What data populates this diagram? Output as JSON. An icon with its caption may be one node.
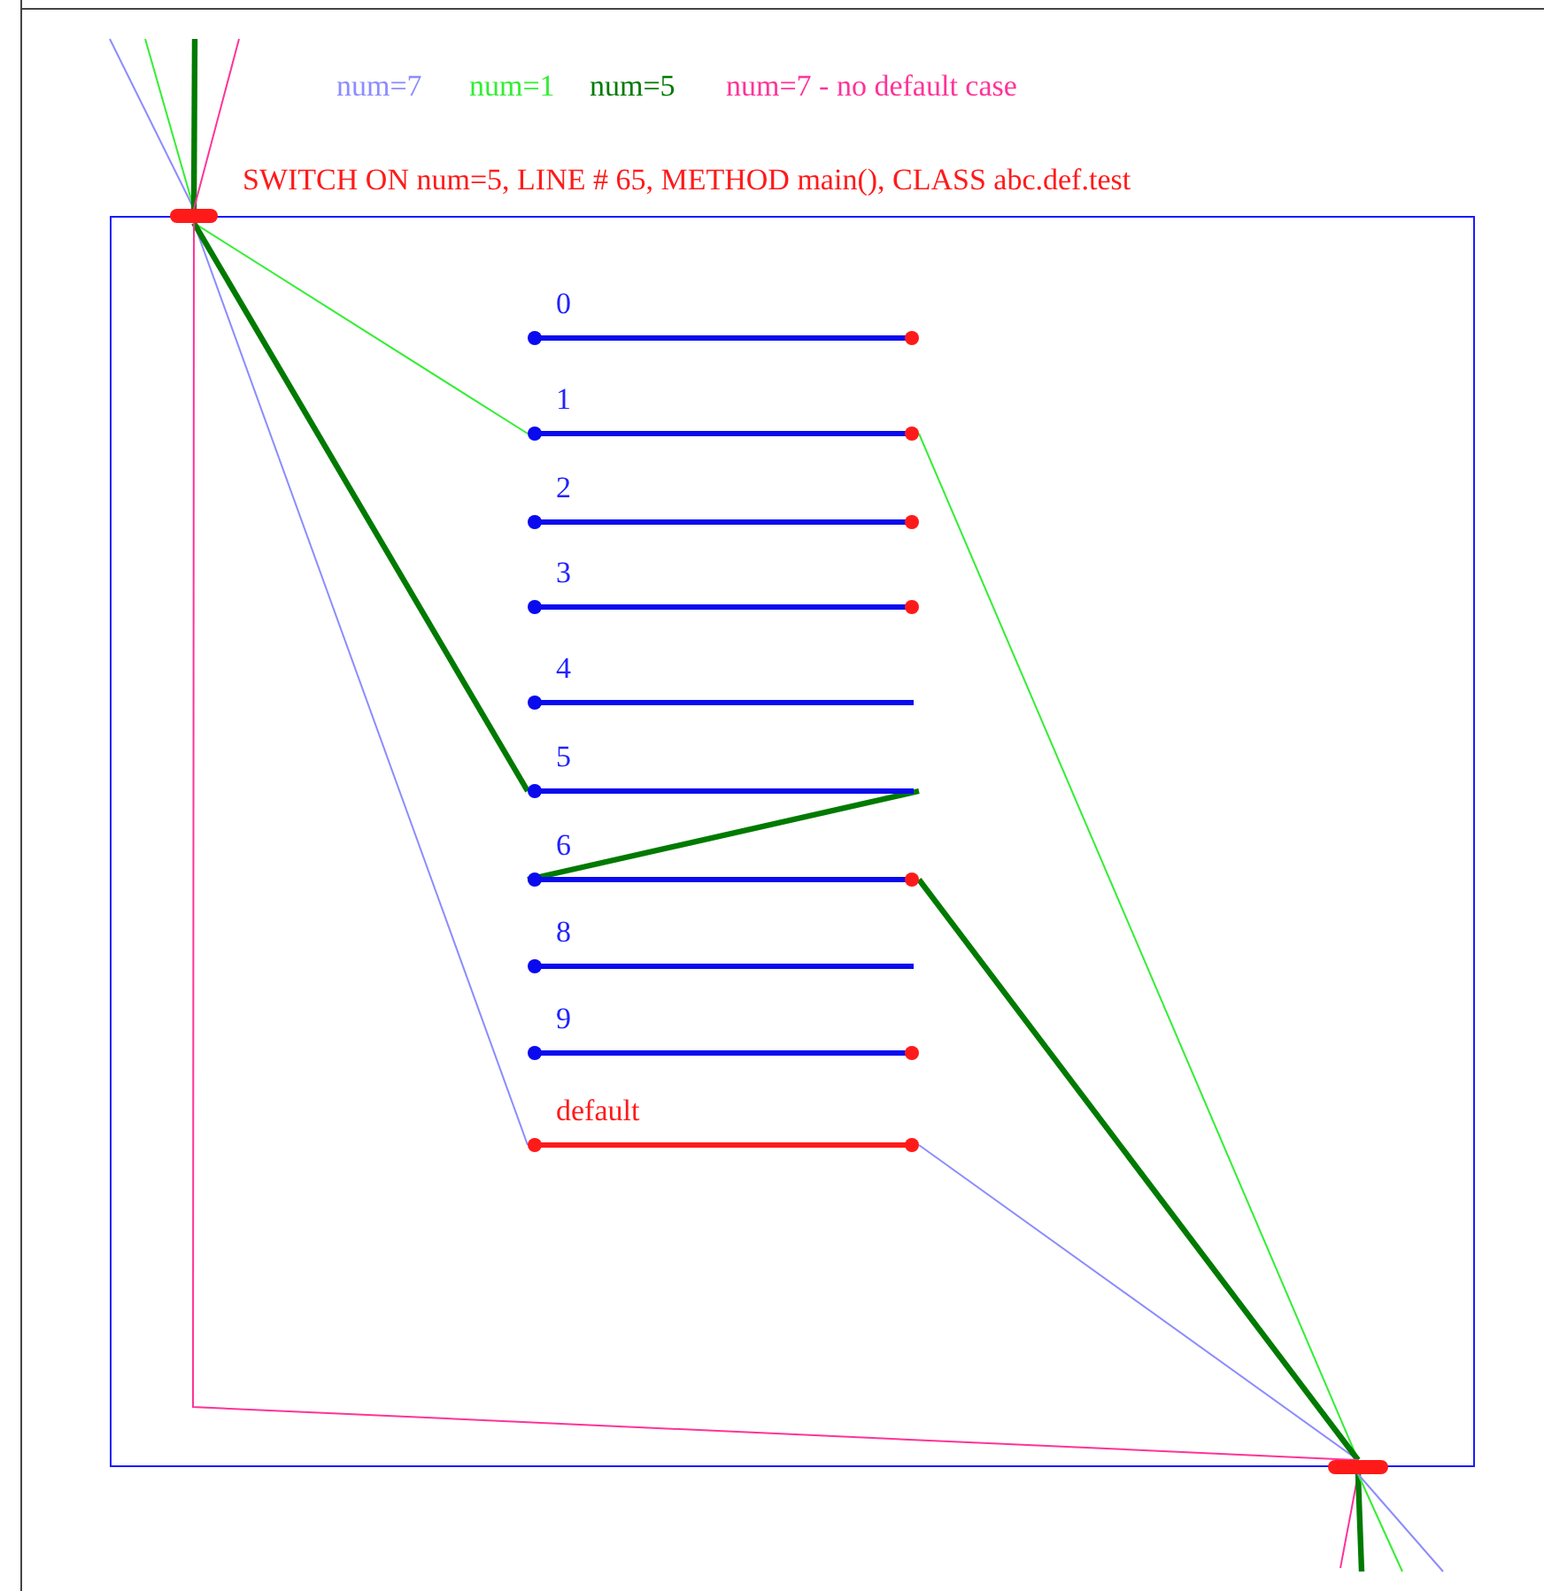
{
  "diagram": {
    "title": "SWITCH ON num=5, LINE # 65, METHOD main(), CLASS abc.def.test",
    "nodes": [
      {
        "text": [],
        "shape": "box"
      },
      {
        "text": [],
        "shape": "bar"
      },
      {
        "text": [
          "0"
        ],
        "in": 0
      },
      {
        "text": [
          "1"
        ],
        "in": 0
      },
      {
        "text": [
          "2"
        ],
        "in": 0
      },
      {
        "text": [
          "3"
        ],
        "in": 0
      },
      {
        "text": [
          "4"
        ],
        "in": 0
      },
      {
        "text": [
          "5"
        ],
        "in": 0
      },
      {
        "text": [
          "6"
        ],
        "in": 0
      },
      {
        "text": [
          "8"
        ],
        "in": 0
      },
      {
        "text": [
          "9"
        ],
        "in": 0
      },
      {
        "text": [
          "default"
        ],
        "in": 0
      },
      {
        "text": [],
        "shape": "bar"
      }
    ],
    "edges": [
      {
        "from": null,
        "to": 1,
        "arrow": "none",
        "color": "#8c8cff"
      },
      {
        "from": null,
        "to": 1,
        "arrow": "none",
        "color": "#33ee33"
      },
      {
        "from": null,
        "to": 1,
        "arrow": "none",
        "color": "#007a00",
        "style": "thick"
      },
      {
        "from": null,
        "to": 1,
        "arrow": "none",
        "color": "#ff3399"
      },
      {
        "from": 1,
        "to": 11,
        "arrow": "none",
        "color": "#8c8cff"
      },
      {
        "from": 11,
        "to": 12,
        "arrow": "none",
        "color": "#8c8cff"
      },
      {
        "from": 1,
        "to": 3,
        "arrow": "none",
        "color": "#33ee33"
      },
      {
        "from": 3,
        "to": 12,
        "arrow": "none",
        "color": "#33ee33"
      },
      {
        "from": 1,
        "to": 7,
        "arrow": "none",
        "color": "#007a00",
        "style": "thick"
      },
      {
        "from": 7,
        "to": 8,
        "arrow": "none",
        "color": "#007a00",
        "style": "thick"
      },
      {
        "from": 8,
        "to": 12,
        "arrow": "none",
        "color": "#007a00",
        "style": "thick"
      },
      {
        "from": 1,
        "to": 12,
        "arrow": "none",
        "color": "#ff3399"
      },
      {
        "from": 12,
        "to": null,
        "arrow": "none",
        "color": "#ff3399"
      },
      {
        "from": 12,
        "to": null,
        "arrow": "none",
        "color": "#007a00",
        "style": "thick"
      },
      {
        "from": 12,
        "to": null,
        "arrow": "none",
        "color": "#33ee33"
      },
      {
        "from": 12,
        "to": null,
        "arrow": "none",
        "color": "#8c8cff"
      }
    ],
    "legend": [
      {
        "text": "num=7",
        "color": "#8c8cff"
      },
      {
        "text": "num=1",
        "color": "#33ee33"
      },
      {
        "text": "num=5",
        "color": "#007a00"
      },
      {
        "text": "num=7 - no default case",
        "color": "#ff3399"
      }
    ]
  }
}
